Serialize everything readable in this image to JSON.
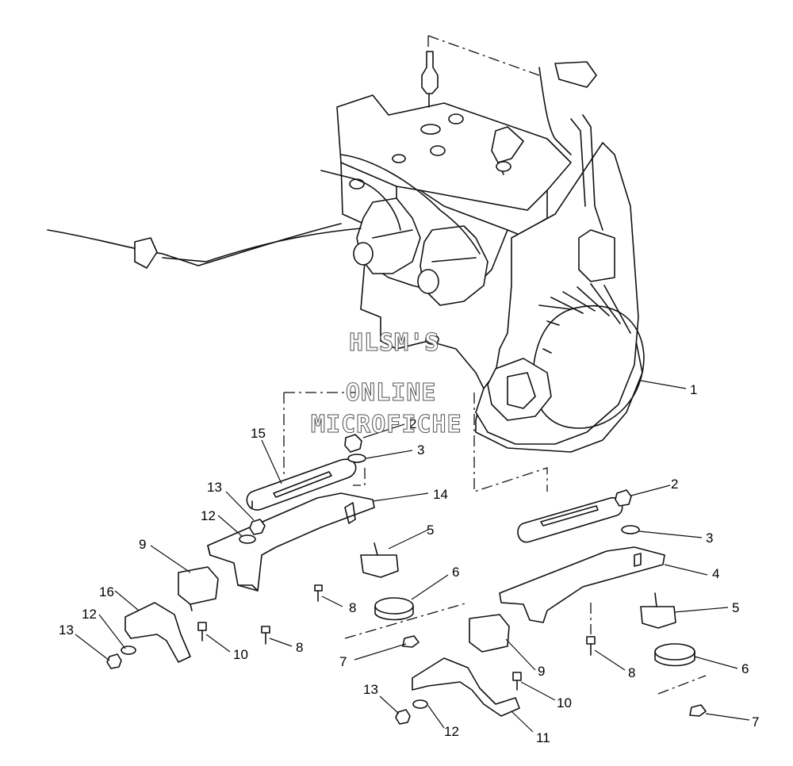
{
  "diagram": {
    "callouts": [
      {
        "id": "c1",
        "label": "1"
      },
      {
        "id": "c2a",
        "label": "2"
      },
      {
        "id": "c3a",
        "label": "3"
      },
      {
        "id": "c15",
        "label": "15"
      },
      {
        "id": "c14",
        "label": "14"
      },
      {
        "id": "c13a",
        "label": "13"
      },
      {
        "id": "c12a",
        "label": "12"
      },
      {
        "id": "c5a",
        "label": "5"
      },
      {
        "id": "c9a",
        "label": "9"
      },
      {
        "id": "c6a",
        "label": "6"
      },
      {
        "id": "c16",
        "label": "16"
      },
      {
        "id": "c8a",
        "label": "8"
      },
      {
        "id": "c12b",
        "label": "12"
      },
      {
        "id": "c13b",
        "label": "13"
      },
      {
        "id": "c10a",
        "label": "10"
      },
      {
        "id": "c8b",
        "label": "8"
      },
      {
        "id": "c7a",
        "label": "7"
      },
      {
        "id": "c2b",
        "label": "2"
      },
      {
        "id": "c3b",
        "label": "3"
      },
      {
        "id": "c4",
        "label": "4"
      },
      {
        "id": "c5b",
        "label": "5"
      },
      {
        "id": "c6b",
        "label": "6"
      },
      {
        "id": "c9b",
        "label": "9"
      },
      {
        "id": "c8c",
        "label": "8"
      },
      {
        "id": "c10b",
        "label": "10"
      },
      {
        "id": "c13c",
        "label": "13"
      },
      {
        "id": "c12c",
        "label": "12"
      },
      {
        "id": "c11",
        "label": "11"
      },
      {
        "id": "c7b",
        "label": "7"
      }
    ],
    "watermark": {
      "line1": "HLSM'S",
      "line2": "ONLINE",
      "line3": "MICROFICHE"
    }
  }
}
